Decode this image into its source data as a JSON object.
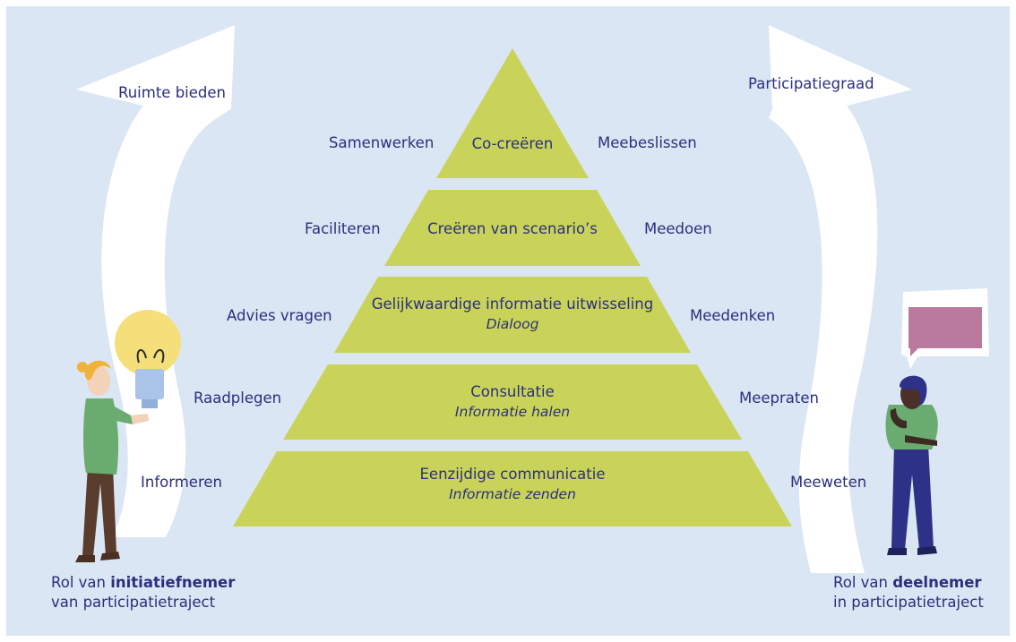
{
  "arrows": {
    "left_label": "Ruimte bieden",
    "right_label": "Participatiegraad"
  },
  "pyramid": [
    {
      "main": "Co-creëren",
      "sub": "",
      "left": "Samenwerken",
      "right": "Meebeslissen"
    },
    {
      "main": "Creëren van scenario’s",
      "sub": "",
      "left": "Faciliteren",
      "right": "Meedoen"
    },
    {
      "main": "Gelijkwaardige informatie uitwisseling",
      "sub": "Dialoog",
      "left": "Advies vragen",
      "right": "Meedenken"
    },
    {
      "main": "Consultatie",
      "sub": "Informatie halen",
      "left": "Raadplegen",
      "right": "Meepraten"
    },
    {
      "main": "Eenzijdige communicatie",
      "sub": "Informatie zenden",
      "left": "Informeren",
      "right": "Meeweten"
    }
  ],
  "roles": {
    "left": {
      "prefix": "Rol van ",
      "bold": "initiatiefnemer",
      "line2": "van participatietraject"
    },
    "right": {
      "prefix": "Rol van ",
      "bold": "deelnemer",
      "line2": "in participatietraject"
    }
  },
  "colors": {
    "background": "#dbe6f4",
    "pyramid": "#c9d35a",
    "text": "#2b2f7d",
    "speech_bubble": "#b97a9d",
    "shirt": "#6aac6f"
  },
  "icons": {
    "left_figure": "person-with-lightbulb",
    "right_figure": "thinking-person-with-speech-bubble"
  }
}
